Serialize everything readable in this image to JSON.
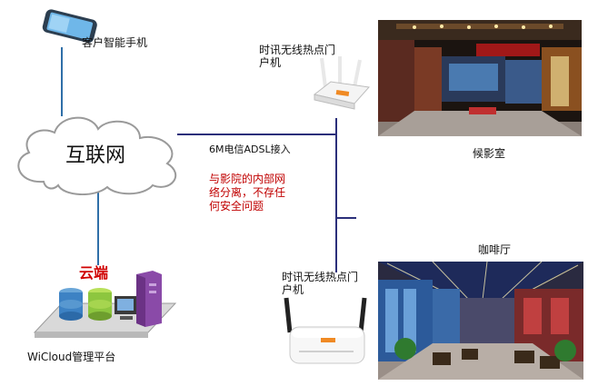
{
  "nodes": {
    "phone": {
      "label": "客户智能手机"
    },
    "internet": {
      "label": "互联网"
    },
    "cloud_platform": {
      "title": "云端",
      "label": "WiCloud管理平台"
    },
    "router_top": {
      "label_line1": "时讯无线热点门",
      "label_line2": "户机"
    },
    "router_bottom": {
      "label_line1": "时讯无线热点门",
      "label_line2": "户机"
    },
    "waiting_room": {
      "label": "候影室"
    },
    "cafe": {
      "label": "咖啡厅"
    }
  },
  "links": {
    "adsl_label": "6M电信ADSL接入",
    "isolation_note": [
      "与影院的内部网",
      "络分离，不存任",
      "何安全问题"
    ]
  },
  "colors": {
    "phone_link": "#2f6fa8",
    "cloud_link": "#2f6fa8",
    "adsl_line": "#2b2f7a",
    "note_text": "#c00000",
    "cloud_title": "#d00000"
  }
}
